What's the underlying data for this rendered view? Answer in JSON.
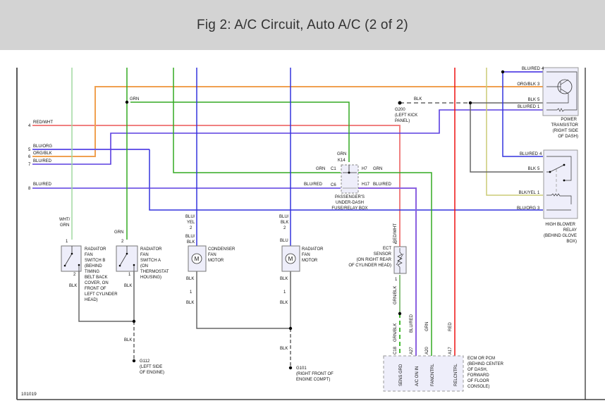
{
  "header": {
    "title": "Fig 2: A/C Circuit, Auto A/C (2 of 2)"
  },
  "figure_id": "101019",
  "colors": {
    "red_wht": "#f08080",
    "org_blk": "#f0a050",
    "blu": "#3333dd",
    "blu_purple": "#7a55e0",
    "grn": "#33aa22",
    "lt_grn": "#a0d8a0",
    "red": "#ee1111",
    "blk": "#666666",
    "yel": "#cccc77"
  },
  "left_connector": {
    "pins": [
      {
        "num": "4",
        "wire": "RED/WHT"
      },
      {
        "num": "5",
        "wire": "BLU/ORG"
      },
      {
        "num": "6",
        "wire": "ORG/BLK"
      },
      {
        "num": "7",
        "wire": "BLU/RED"
      },
      {
        "num": "8",
        "wire": "BLU/RED"
      }
    ]
  },
  "wire_labels": {
    "grn_top": "GRN",
    "grn_k14": "GRN",
    "grn_c1": "GRN",
    "grn_h7": "GRN",
    "blu_red_c6": "BLU/RED",
    "blu_red_h17": "BLU/RED",
    "blk_g200": "BLK",
    "wht_grn": "WHT/\nGRN",
    "grn_sw_a": "GRN",
    "blk_sw_b": "BLK",
    "blk_sw_a": "BLK",
    "blk_g112": "BLK",
    "blu_yel": "BLU/\nYEL",
    "blu_blk_cond": "BLU/\nBLK",
    "blk_cond_1": "BLK",
    "blk_cond_2": "BLK",
    "blu_blk_rad": "BLU/\nBLK",
    "blu_rad": "BLU",
    "blk_rad_1": "BLK",
    "blk_rad_2": "BLK",
    "blk_g101": "BLK",
    "red_wht_ect": "RED/WHT",
    "grn_blk_ect": "GRN/BLK",
    "grn_blk_ecm": "GRN/BLK",
    "blu_red_ecm": "BLU/RED",
    "grn_ecm": "GRN",
    "red_ecm": "RED"
  },
  "fuse_box": {
    "label": [
      "PASSENGER'S",
      "UNDER-DASH",
      "FUSE/RELAY BOX"
    ],
    "pins": {
      "k14": "K14",
      "c1": "C1",
      "c6": "C6",
      "h7": "H7",
      "h17": "H17"
    }
  },
  "power_transistor": {
    "label": [
      "POWER",
      "TRANSISTOR",
      "(RIGHT SIDE",
      "OF DASH)"
    ],
    "pins": [
      {
        "num": "4",
        "wire": "BLU/RED"
      },
      {
        "num": "3",
        "wire": "ORG/BLK"
      },
      {
        "num": "5",
        "wire": "BLK"
      },
      {
        "num": "1",
        "wire": "BLU/RED"
      }
    ]
  },
  "high_blower_relay": {
    "label": [
      "HIGH BLOWER",
      "RELAY",
      "(BEHIND GLOVE",
      "BOX)"
    ],
    "pins": [
      {
        "num": "4",
        "wire": "BLU/RED"
      },
      {
        "num": "5",
        "wire": "BLK"
      },
      {
        "num": "1",
        "wire": "BLK/YEL"
      },
      {
        "num": "3",
        "wire": "BLU/ORG"
      }
    ]
  },
  "g200": {
    "label": [
      "G200",
      "(LEFT KICK",
      "PANEL)"
    ]
  },
  "switch_b": {
    "label": [
      "RADIATOR",
      "FAN",
      "SWITCH B",
      "(BEHIND",
      "TIMING",
      "BELT BACK",
      "COVER, ON",
      "FRONT OF",
      "LEFT CYLINDER",
      "HEAD)"
    ],
    "pin_top": "1",
    "pin_bot": "2"
  },
  "switch_a": {
    "label": [
      "RADIATOR",
      "FAN",
      "SWITCH A",
      "(ON",
      "THERMOSTAT",
      "HOUSING)"
    ],
    "pin_top": "2",
    "pin_bot": "1"
  },
  "condenser_motor": {
    "label": [
      "CONDENSER",
      "FAN",
      "MOTOR"
    ],
    "pin_top": "2",
    "pin_bot": "1",
    "symbol": "M"
  },
  "radiator_motor": {
    "label": [
      "RADIATOR",
      "FAN",
      "MOTOR"
    ],
    "pin_top": "2",
    "pin_bot": "1",
    "symbol": "M"
  },
  "g112": {
    "label": [
      "G112",
      "(LEFT SIDE",
      "OF ENGINE)"
    ]
  },
  "g101": {
    "label": [
      "G101",
      "(RIGHT FRONT OF",
      "ENGINE COMPT)"
    ]
  },
  "ect_sensor": {
    "label": [
      "ECT",
      "SENSOR",
      "(ON RIGHT REAR",
      "OF CYLINDER HEAD)"
    ],
    "pin_top": "2",
    "pin_bot": "1"
  },
  "ecm": {
    "label": [
      "ECM OR PCM",
      "(BEHIND CENTER",
      "OF DASH,",
      "FORWARD",
      "OF FLOOR",
      "CONSOLE)"
    ],
    "pins": [
      {
        "num": "C18",
        "func": "SENS GRD"
      },
      {
        "num": "A27",
        "func": "A/C ON IN"
      },
      {
        "num": "A20",
        "func": "FANCNTRL"
      },
      {
        "num": "A17",
        "func": "RELCNTRL"
      }
    ]
  }
}
